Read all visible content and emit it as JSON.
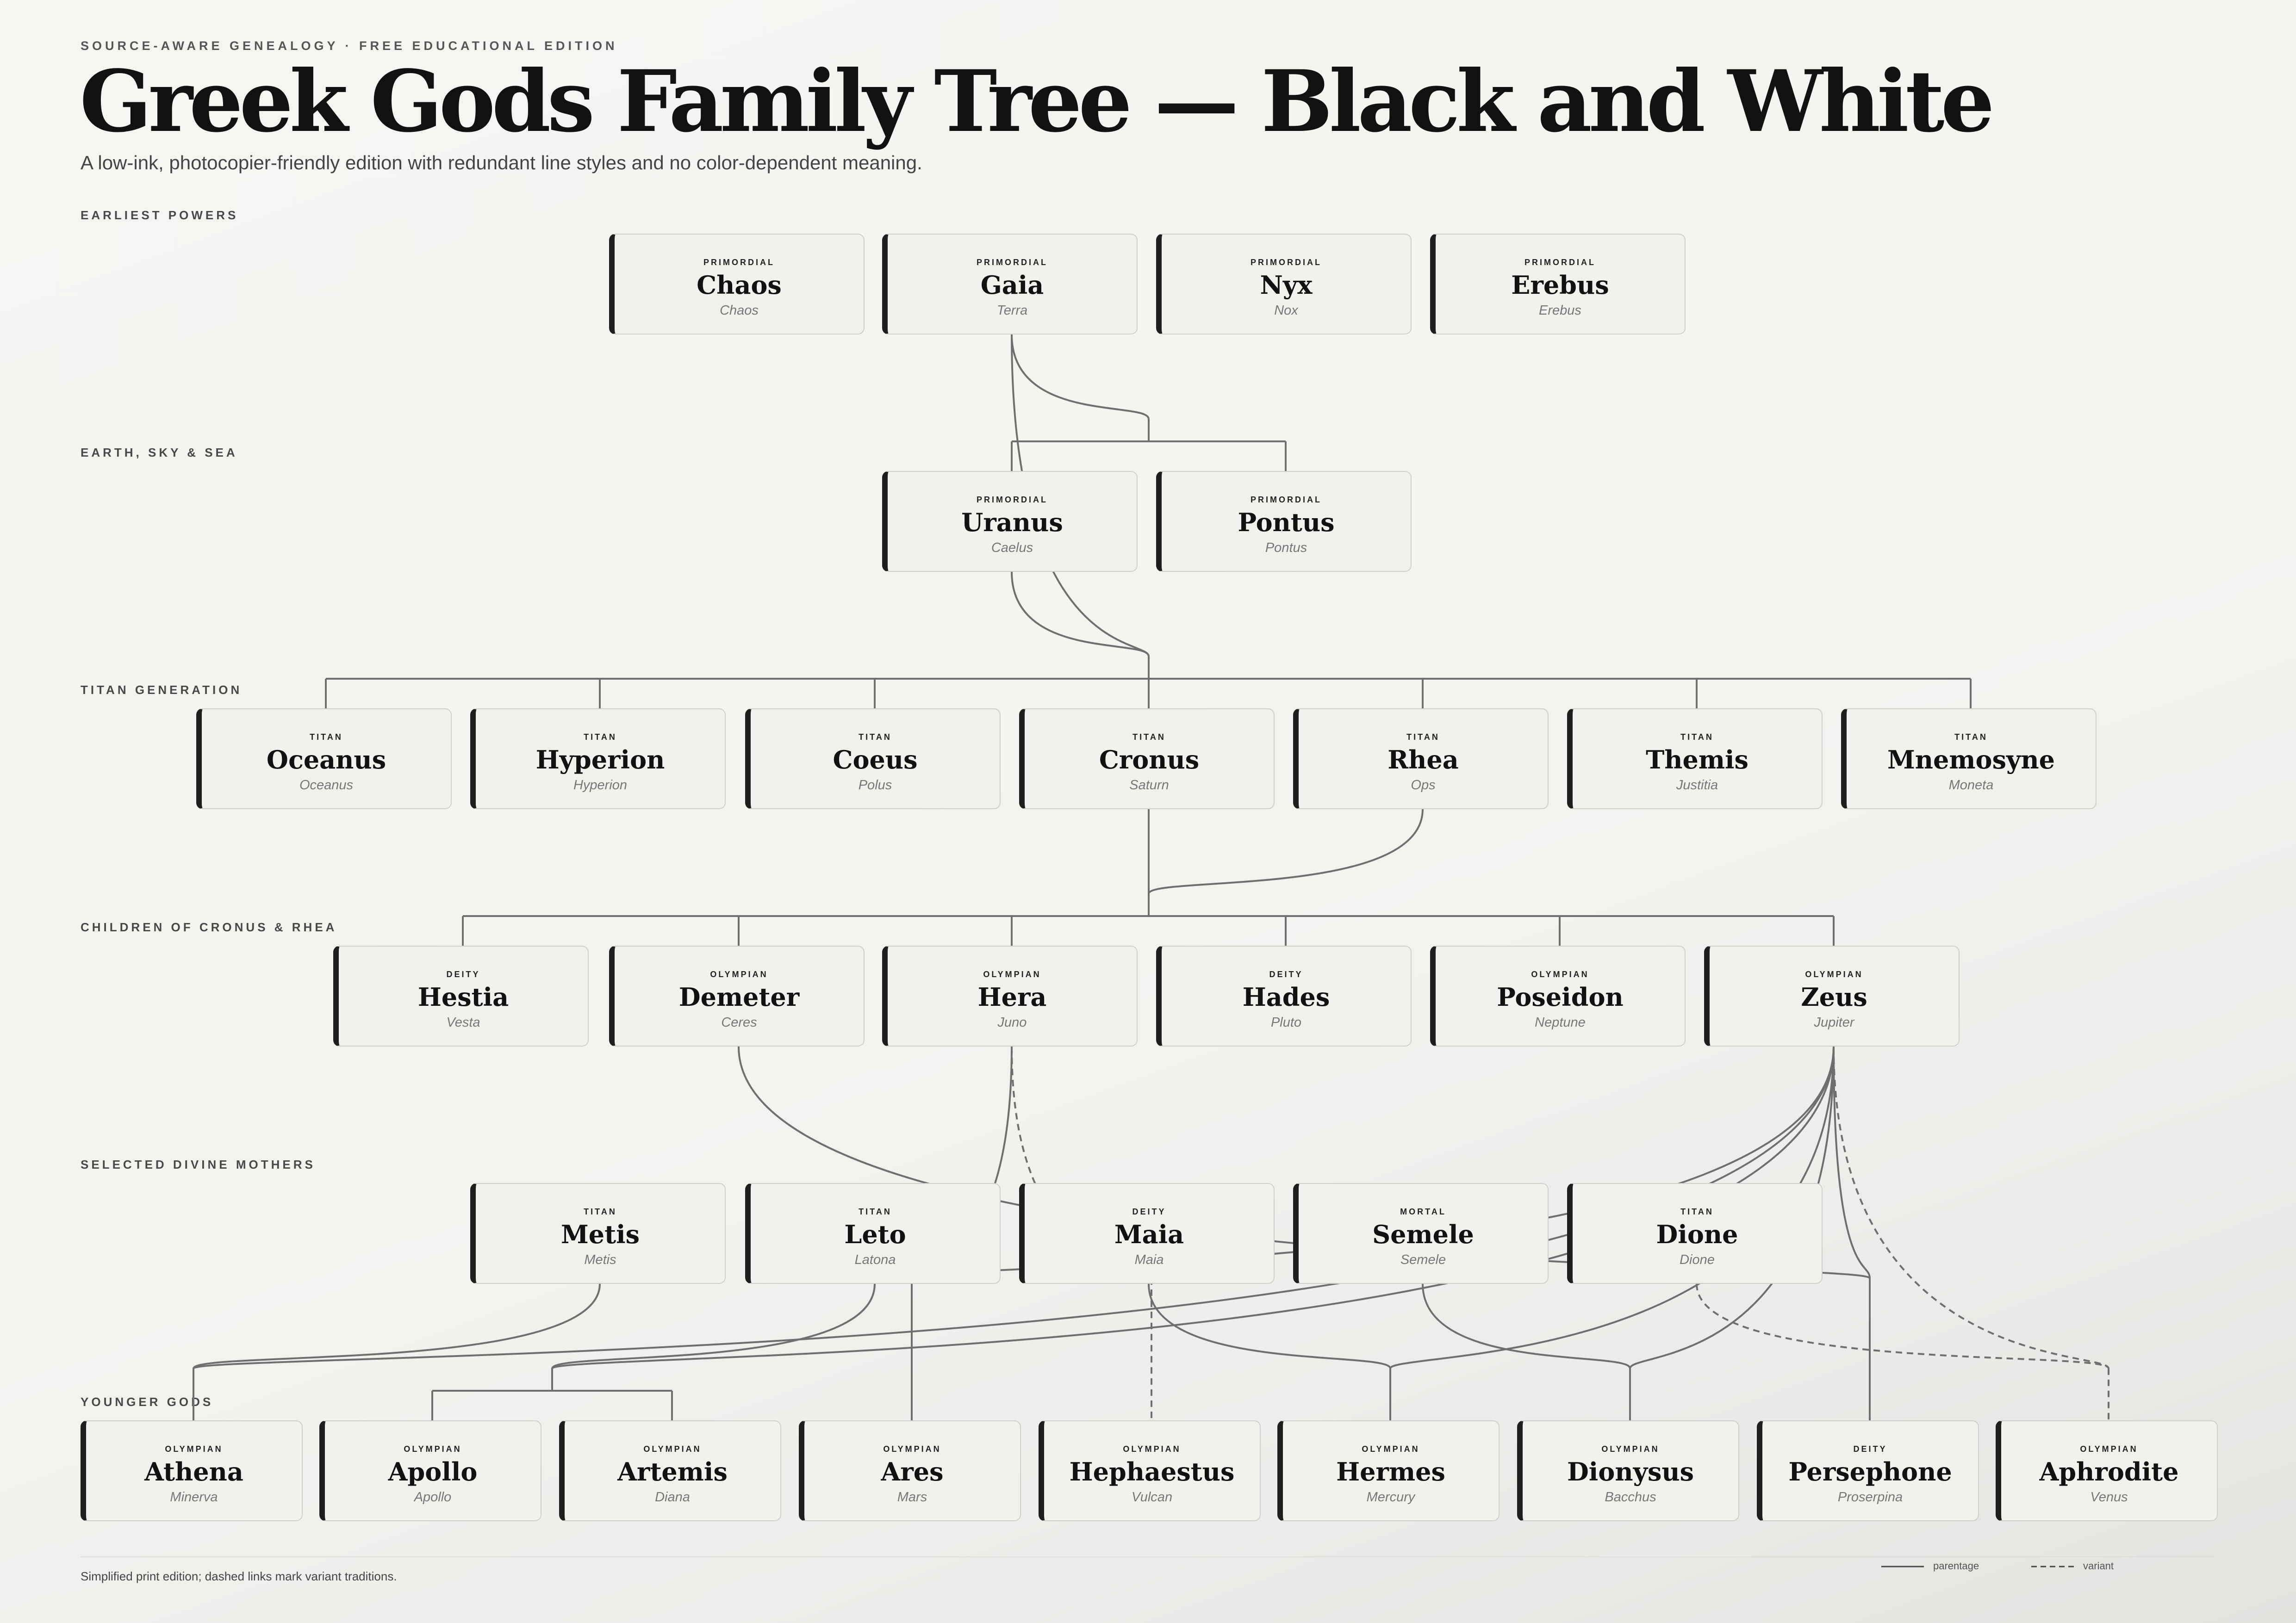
{
  "header": {
    "eyebrow": "SOURCE-AWARE GENEALOGY · FREE EDUCATIONAL EDITION",
    "title": "Greek Gods Family Tree — Black and White",
    "subtitle": "A low-ink, photocopier-friendly edition with redundant line styles and no color-dependent meaning."
  },
  "rows": [
    {
      "id": "r0",
      "label": "EARLIEST POWERS"
    },
    {
      "id": "r1",
      "label": "EARTH, SKY & SEA"
    },
    {
      "id": "r2",
      "label": "TITAN GENERATION"
    },
    {
      "id": "r3",
      "label": "CHILDREN OF CRONUS & RHEA"
    },
    {
      "id": "r4",
      "label": "SELECTED DIVINE MOTHERS"
    },
    {
      "id": "r5",
      "label": "YOUNGER GODS"
    }
  ],
  "nodes": [
    {
      "id": "chaos",
      "row": 0,
      "kind": "PRIMORDIAL",
      "name": "Chaos",
      "roman": "Chaos"
    },
    {
      "id": "gaia",
      "row": 0,
      "kind": "PRIMORDIAL",
      "name": "Gaia",
      "roman": "Terra"
    },
    {
      "id": "nyx",
      "row": 0,
      "kind": "PRIMORDIAL",
      "name": "Nyx",
      "roman": "Nox"
    },
    {
      "id": "erebus",
      "row": 0,
      "kind": "PRIMORDIAL",
      "name": "Erebus",
      "roman": "Erebus"
    },
    {
      "id": "uranus",
      "row": 1,
      "kind": "PRIMORDIAL",
      "name": "Uranus",
      "roman": "Caelus"
    },
    {
      "id": "pontus",
      "row": 1,
      "kind": "PRIMORDIAL",
      "name": "Pontus",
      "roman": "Pontus"
    },
    {
      "id": "oceanus",
      "row": 2,
      "kind": "TITAN",
      "name": "Oceanus",
      "roman": "Oceanus"
    },
    {
      "id": "hyperion",
      "row": 2,
      "kind": "TITAN",
      "name": "Hyperion",
      "roman": "Hyperion"
    },
    {
      "id": "coeus",
      "row": 2,
      "kind": "TITAN",
      "name": "Coeus",
      "roman": "Polus"
    },
    {
      "id": "cronus",
      "row": 2,
      "kind": "TITAN",
      "name": "Cronus",
      "roman": "Saturn"
    },
    {
      "id": "rhea",
      "row": 2,
      "kind": "TITAN",
      "name": "Rhea",
      "roman": "Ops"
    },
    {
      "id": "themis",
      "row": 2,
      "kind": "TITAN",
      "name": "Themis",
      "roman": "Justitia"
    },
    {
      "id": "mnemosyne",
      "row": 2,
      "kind": "TITAN",
      "name": "Mnemosyne",
      "roman": "Moneta"
    },
    {
      "id": "hestia",
      "row": 3,
      "kind": "DEITY",
      "name": "Hestia",
      "roman": "Vesta"
    },
    {
      "id": "demeter",
      "row": 3,
      "kind": "OLYMPIAN",
      "name": "Demeter",
      "roman": "Ceres"
    },
    {
      "id": "hera",
      "row": 3,
      "kind": "OLYMPIAN",
      "name": "Hera",
      "roman": "Juno"
    },
    {
      "id": "hades",
      "row": 3,
      "kind": "DEITY",
      "name": "Hades",
      "roman": "Pluto"
    },
    {
      "id": "poseidon",
      "row": 3,
      "kind": "OLYMPIAN",
      "name": "Poseidon",
      "roman": "Neptune"
    },
    {
      "id": "zeus",
      "row": 3,
      "kind": "OLYMPIAN",
      "name": "Zeus",
      "roman": "Jupiter"
    },
    {
      "id": "metis",
      "row": 4,
      "kind": "TITAN",
      "name": "Metis",
      "roman": "Metis"
    },
    {
      "id": "leto",
      "row": 4,
      "kind": "TITAN",
      "name": "Leto",
      "roman": "Latona"
    },
    {
      "id": "maia",
      "row": 4,
      "kind": "DEITY",
      "name": "Maia",
      "roman": "Maia"
    },
    {
      "id": "semele",
      "row": 4,
      "kind": "MORTAL",
      "name": "Semele",
      "roman": "Semele"
    },
    {
      "id": "dione",
      "row": 4,
      "kind": "TITAN",
      "name": "Dione",
      "roman": "Dione"
    },
    {
      "id": "athena",
      "row": 5,
      "kind": "OLYMPIAN",
      "name": "Athena",
      "roman": "Minerva"
    },
    {
      "id": "apollo",
      "row": 5,
      "kind": "OLYMPIAN",
      "name": "Apollo",
      "roman": "Apollo"
    },
    {
      "id": "artemis",
      "row": 5,
      "kind": "OLYMPIAN",
      "name": "Artemis",
      "roman": "Diana"
    },
    {
      "id": "ares",
      "row": 5,
      "kind": "OLYMPIAN",
      "name": "Ares",
      "roman": "Mars"
    },
    {
      "id": "hephaestus",
      "row": 5,
      "kind": "OLYMPIAN",
      "name": "Hephaestus",
      "roman": "Vulcan"
    },
    {
      "id": "hermes",
      "row": 5,
      "kind": "OLYMPIAN",
      "name": "Hermes",
      "roman": "Mercury"
    },
    {
      "id": "dionysus",
      "row": 5,
      "kind": "OLYMPIAN",
      "name": "Dionysus",
      "roman": "Bacchus"
    },
    {
      "id": "persephone",
      "row": 5,
      "kind": "DEITY",
      "name": "Persephone",
      "roman": "Proserpina"
    },
    {
      "id": "aphrodite",
      "row": 5,
      "kind": "OLYMPIAN",
      "name": "Aphrodite",
      "roman": "Venus"
    }
  ],
  "families": [
    {
      "parents": [
        "gaia"
      ],
      "children": [
        "uranus",
        "pontus"
      ],
      "style": "parentage"
    },
    {
      "parents": [
        "gaia",
        "uranus"
      ],
      "children": [
        "oceanus",
        "hyperion",
        "coeus",
        "cronus",
        "rhea",
        "themis",
        "mnemosyne"
      ],
      "style": "parentage"
    },
    {
      "parents": [
        "cronus",
        "rhea"
      ],
      "children": [
        "hestia",
        "demeter",
        "hera",
        "hades",
        "poseidon",
        "zeus"
      ],
      "style": "parentage"
    },
    {
      "parents": [
        "zeus",
        "metis"
      ],
      "children": [
        "athena"
      ],
      "style": "parentage"
    },
    {
      "parents": [
        "zeus",
        "leto"
      ],
      "children": [
        "apollo",
        "artemis"
      ],
      "style": "parentage"
    },
    {
      "parents": [
        "zeus",
        "hera"
      ],
      "children": [
        "ares"
      ],
      "style": "parentage"
    },
    {
      "parents": [
        "hera"
      ],
      "children": [
        "hephaestus"
      ],
      "style": "variant"
    },
    {
      "parents": [
        "zeus",
        "maia"
      ],
      "children": [
        "hermes"
      ],
      "style": "parentage"
    },
    {
      "parents": [
        "zeus",
        "semele"
      ],
      "children": [
        "dionysus"
      ],
      "style": "parentage"
    },
    {
      "parents": [
        "zeus",
        "demeter"
      ],
      "children": [
        "persephone"
      ],
      "style": "parentage"
    },
    {
      "parents": [
        "zeus",
        "dione"
      ],
      "children": [
        "aphrodite"
      ],
      "style": "variant"
    }
  ],
  "footer": {
    "note": "Simplified print edition; dashed links mark variant traditions.",
    "legend": [
      {
        "style": "solid",
        "label": "parentage"
      },
      {
        "style": "dashed",
        "label": "variant"
      }
    ]
  },
  "colors": {
    "line": "#6f6f6f",
    "accent_bar": "#1e1e1e",
    "card_bg": "#f1f1ee",
    "card_border": "#cfcfcc"
  }
}
